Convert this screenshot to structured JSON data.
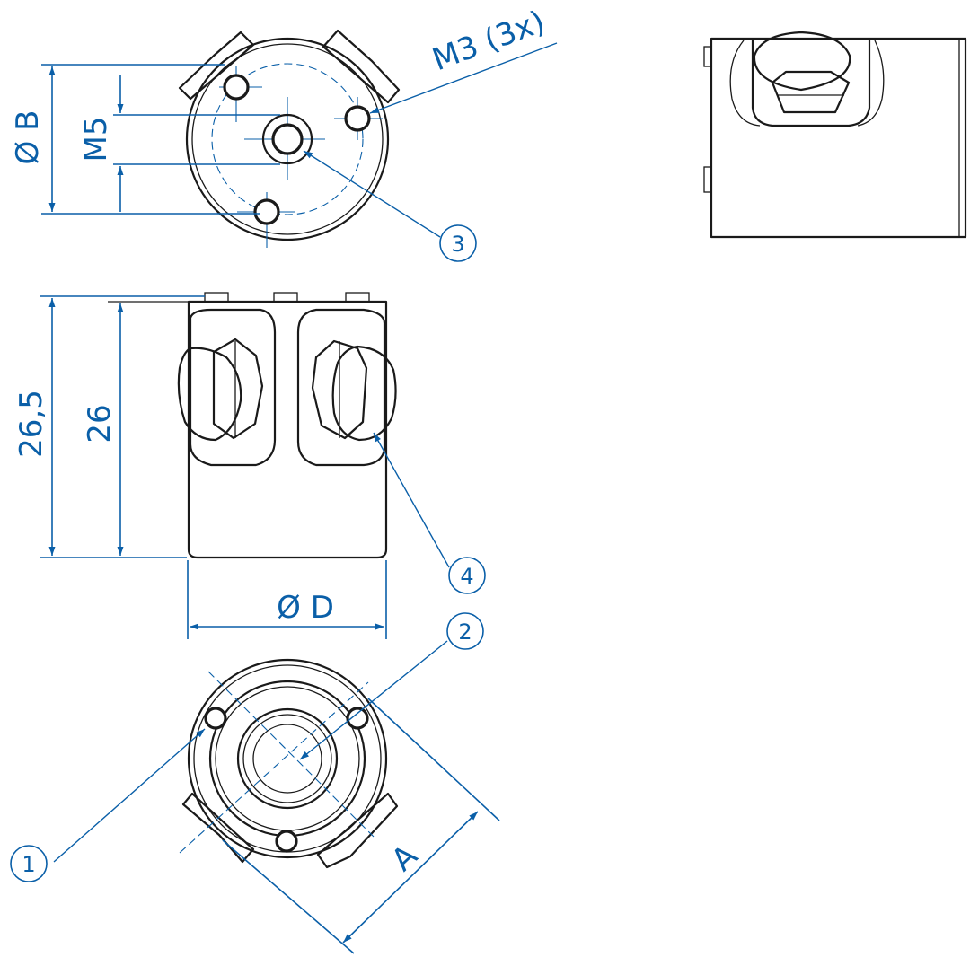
{
  "dimensions": {
    "diameter_b": "Ø B",
    "thread_m5": "M5",
    "thread_m3": "M3 (3x)",
    "height_outer": "26,5",
    "height_inner": "26",
    "diameter_d": "Ø D",
    "distance_a": "A"
  },
  "callouts": [
    "1",
    "2",
    "3",
    "4"
  ],
  "colors": {
    "outline": "#1a1a1a",
    "dimension": "#0a5fa8"
  }
}
